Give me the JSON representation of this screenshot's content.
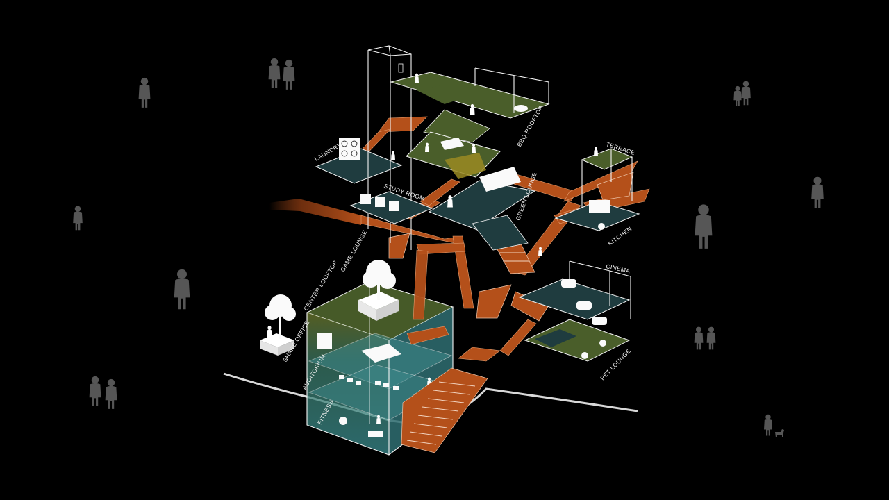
{
  "diagram": {
    "labels": {
      "laundry": "LAUNDRY",
      "study_room": "STUDY ROOM",
      "bbq_rooftop": "BBQ ROOFTOP",
      "green_lounge": "GREEN LOUNGE",
      "terrace": "TERRACE",
      "kitchen": "KITCHEN",
      "cinema": "CINEMA",
      "game_lounge": "GAME LOUNGE",
      "center_looftop": "CENTER LOOFTOP",
      "share_office": "SHARE OFFICE",
      "auditorium": "AUDITORIUM",
      "fitness": "FITNESS",
      "pet_lounge": "PET LOUNGE"
    },
    "colors": {
      "background": "#000000",
      "green_floor": "#4a5e2a",
      "teal_floor": "#1f3c3f",
      "path": "#b4501a",
      "glass_teal": "#3f8a8c",
      "line": "#f4f4f4",
      "people": "#5a5a5a"
    },
    "icons": [
      "person-silhouette-icon",
      "tree-icon",
      "table-icon",
      "chair-icon",
      "washing-machine-icon",
      "dog-icon"
    ]
  }
}
